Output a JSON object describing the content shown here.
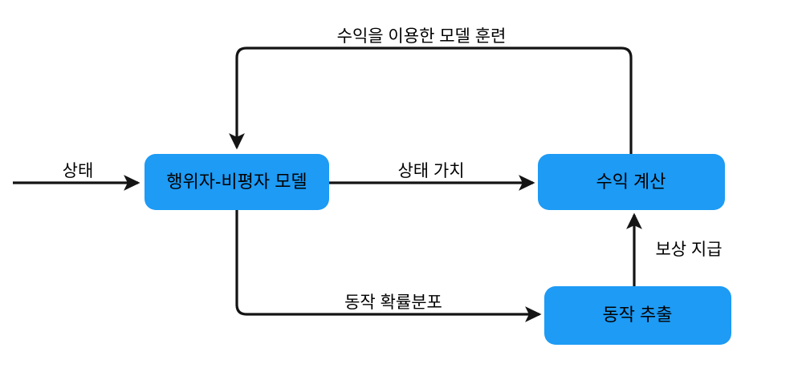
{
  "diagram": {
    "title": "Actor-Critic reinforcement learning loop",
    "colors": {
      "node_fill": "#1d9bf5",
      "edge_stroke": "#141414",
      "text": "#000000",
      "background": "#ffffff"
    },
    "nodes": [
      {
        "id": "actor-critic-model",
        "label": "행위자-비평자 모델"
      },
      {
        "id": "return-computation",
        "label": "수익 계산"
      },
      {
        "id": "action-sampling",
        "label": "동작 추출"
      }
    ],
    "edges": [
      {
        "id": "state-input",
        "label": "상태"
      },
      {
        "id": "train-model-with-return",
        "label": "수익을 이용한 모델 훈련"
      },
      {
        "id": "state-value",
        "label": "상태 가치"
      },
      {
        "id": "action-probability-distribution",
        "label": "동작 확률분포"
      },
      {
        "id": "reward-payout",
        "label": "보상 지급"
      }
    ]
  }
}
